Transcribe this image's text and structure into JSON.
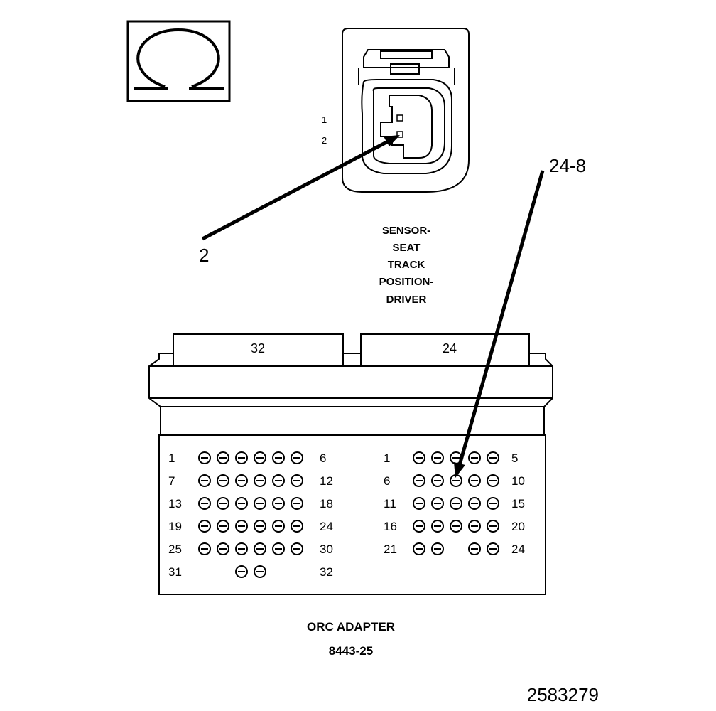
{
  "symbol": {
    "name": "ohm-icon",
    "glyph": "Ω"
  },
  "sensor_connector": {
    "pin_labels": [
      "1",
      "2"
    ],
    "label_lines": [
      "SENSOR-",
      "SEAT",
      "TRACK",
      "POSITION-",
      "DRIVER"
    ]
  },
  "callouts": {
    "sensor_pin": "2",
    "adapter_pin": "24-8"
  },
  "adapter": {
    "tab_left": "32",
    "tab_right": "24",
    "left_block": {
      "rows": [
        {
          "start": "1",
          "end": "6",
          "pins": 6
        },
        {
          "start": "7",
          "end": "12",
          "pins": 6
        },
        {
          "start": "13",
          "end": "18",
          "pins": 6
        },
        {
          "start": "19",
          "end": "24",
          "pins": 6
        },
        {
          "start": "25",
          "end": "30",
          "pins": 6
        },
        {
          "start": "31",
          "end": "32",
          "pins": 2
        }
      ]
    },
    "right_block": {
      "rows": [
        {
          "start": "1",
          "end": "5",
          "pins": 5
        },
        {
          "start": "6",
          "end": "10",
          "pins": 5
        },
        {
          "start": "11",
          "end": "15",
          "pins": 5
        },
        {
          "start": "16",
          "end": "20",
          "pins": 5
        },
        {
          "start": "21",
          "end": "24",
          "pins": 4
        }
      ]
    },
    "title": "ORC ADAPTER",
    "part_number": "8443-25"
  },
  "figure_id": "2583279",
  "colors": {
    "line": "#000000",
    "background": "#ffffff"
  }
}
